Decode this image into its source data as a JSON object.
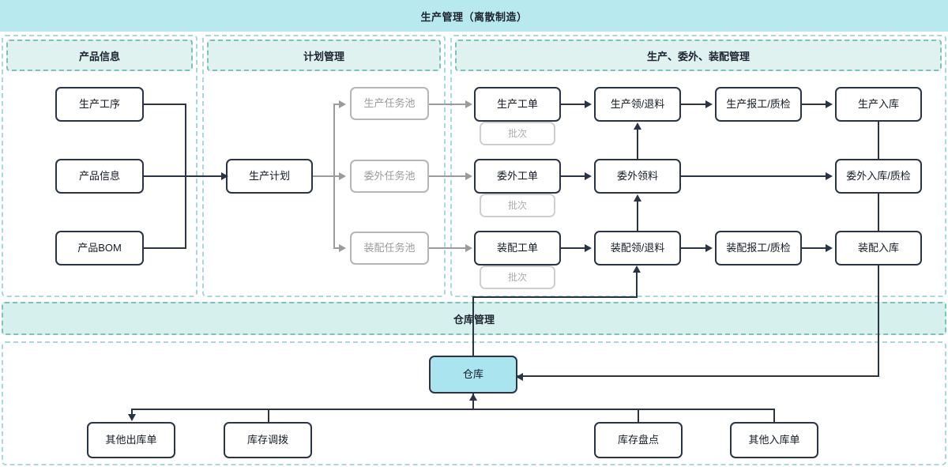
{
  "header": {
    "title": "生产管理（离散制造）"
  },
  "sections": [
    {
      "key": "product",
      "label": "产品信息"
    },
    {
      "key": "planning",
      "label": "计划管理"
    },
    {
      "key": "execution",
      "label": "生产、委外、装配管理"
    },
    {
      "key": "warehouse",
      "label": "仓库管理"
    }
  ],
  "product_info": {
    "nodes": [
      {
        "label": "生产工序"
      },
      {
        "label": "产品信息"
      },
      {
        "label": "产品BOM"
      }
    ]
  },
  "planning": {
    "plan_node": {
      "label": "生产计划"
    },
    "pools": [
      {
        "label": "生产任务池"
      },
      {
        "label": "委外任务池"
      },
      {
        "label": "装配任务池"
      }
    ]
  },
  "execution": {
    "batch_label": "批次",
    "rows": [
      {
        "name": "production",
        "nodes": [
          {
            "label": "生产工单"
          },
          {
            "label": "生产领/退料"
          },
          {
            "label": "生产报工/质检"
          },
          {
            "label": "生产入库"
          }
        ]
      },
      {
        "name": "outsourcing",
        "nodes": [
          {
            "label": "委外工单"
          },
          {
            "label": "委外领料"
          },
          {
            "label": "委外入库/质检"
          }
        ]
      },
      {
        "name": "assembly",
        "nodes": [
          {
            "label": "装配工单"
          },
          {
            "label": "装配领/退料"
          },
          {
            "label": "装配报工/质检"
          },
          {
            "label": "装配入库"
          }
        ]
      }
    ]
  },
  "warehouse": {
    "hub": {
      "label": "仓库"
    },
    "nodes": [
      {
        "label": "其他出库单"
      },
      {
        "label": "库存调拨"
      },
      {
        "label": "库存盘点"
      },
      {
        "label": "其他入库单"
      }
    ]
  },
  "colors": {
    "banner": "#b8e9ee",
    "band": "#dff2f0",
    "panel_border": "#a8d8da",
    "node_border": "#2b3445",
    "muted_border": "#b6b6b6",
    "warehouse_fill": "#a9e4ef",
    "line": "#2b3445"
  }
}
